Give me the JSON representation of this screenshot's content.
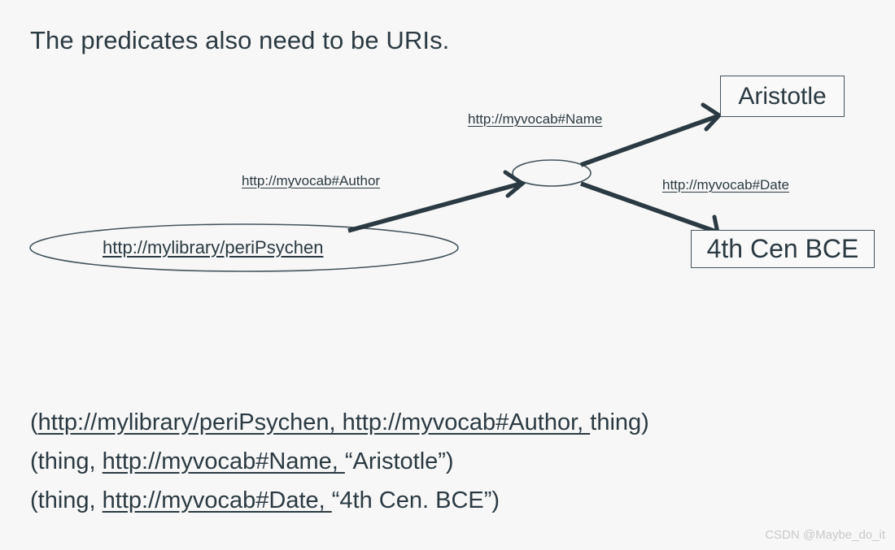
{
  "slide": {
    "title": "The predicates also need to be URIs.",
    "background_color": "#f7f7f7",
    "text_color": "#2b3a42",
    "stroke_color": "#2b3a42"
  },
  "diagram": {
    "nodes": {
      "subject_ellipse_label": "http://mylibrary/periPsychen",
      "blank_node_label": "",
      "object_name_box": "Aristotle",
      "object_date_box": "4th Cen BCE"
    },
    "edges": [
      {
        "id": "author",
        "label": "http://myvocab#Author",
        "from": "subject_ellipse",
        "to": "blank_node"
      },
      {
        "id": "name",
        "label": "http://myvocab#Name",
        "from": "blank_node",
        "to": "object_name_box"
      },
      {
        "id": "date",
        "label": "http://myvocab#Date",
        "from": "blank_node",
        "to": "object_date_box"
      }
    ]
  },
  "triples": [
    {
      "open": "(",
      "underlined": "http://mylibrary/periPsychen, http://myvocab#Author, ",
      "plain": "thing)"
    },
    {
      "open": "(thing, ",
      "underlined": "http://myvocab#Name, ",
      "plain": "“Aristotle”)"
    },
    {
      "open": "(thing, ",
      "underlined": "http://myvocab#Date, ",
      "plain": "“4th Cen. BCE”)"
    }
  ],
  "watermark": "CSDN @Maybe_do_it"
}
